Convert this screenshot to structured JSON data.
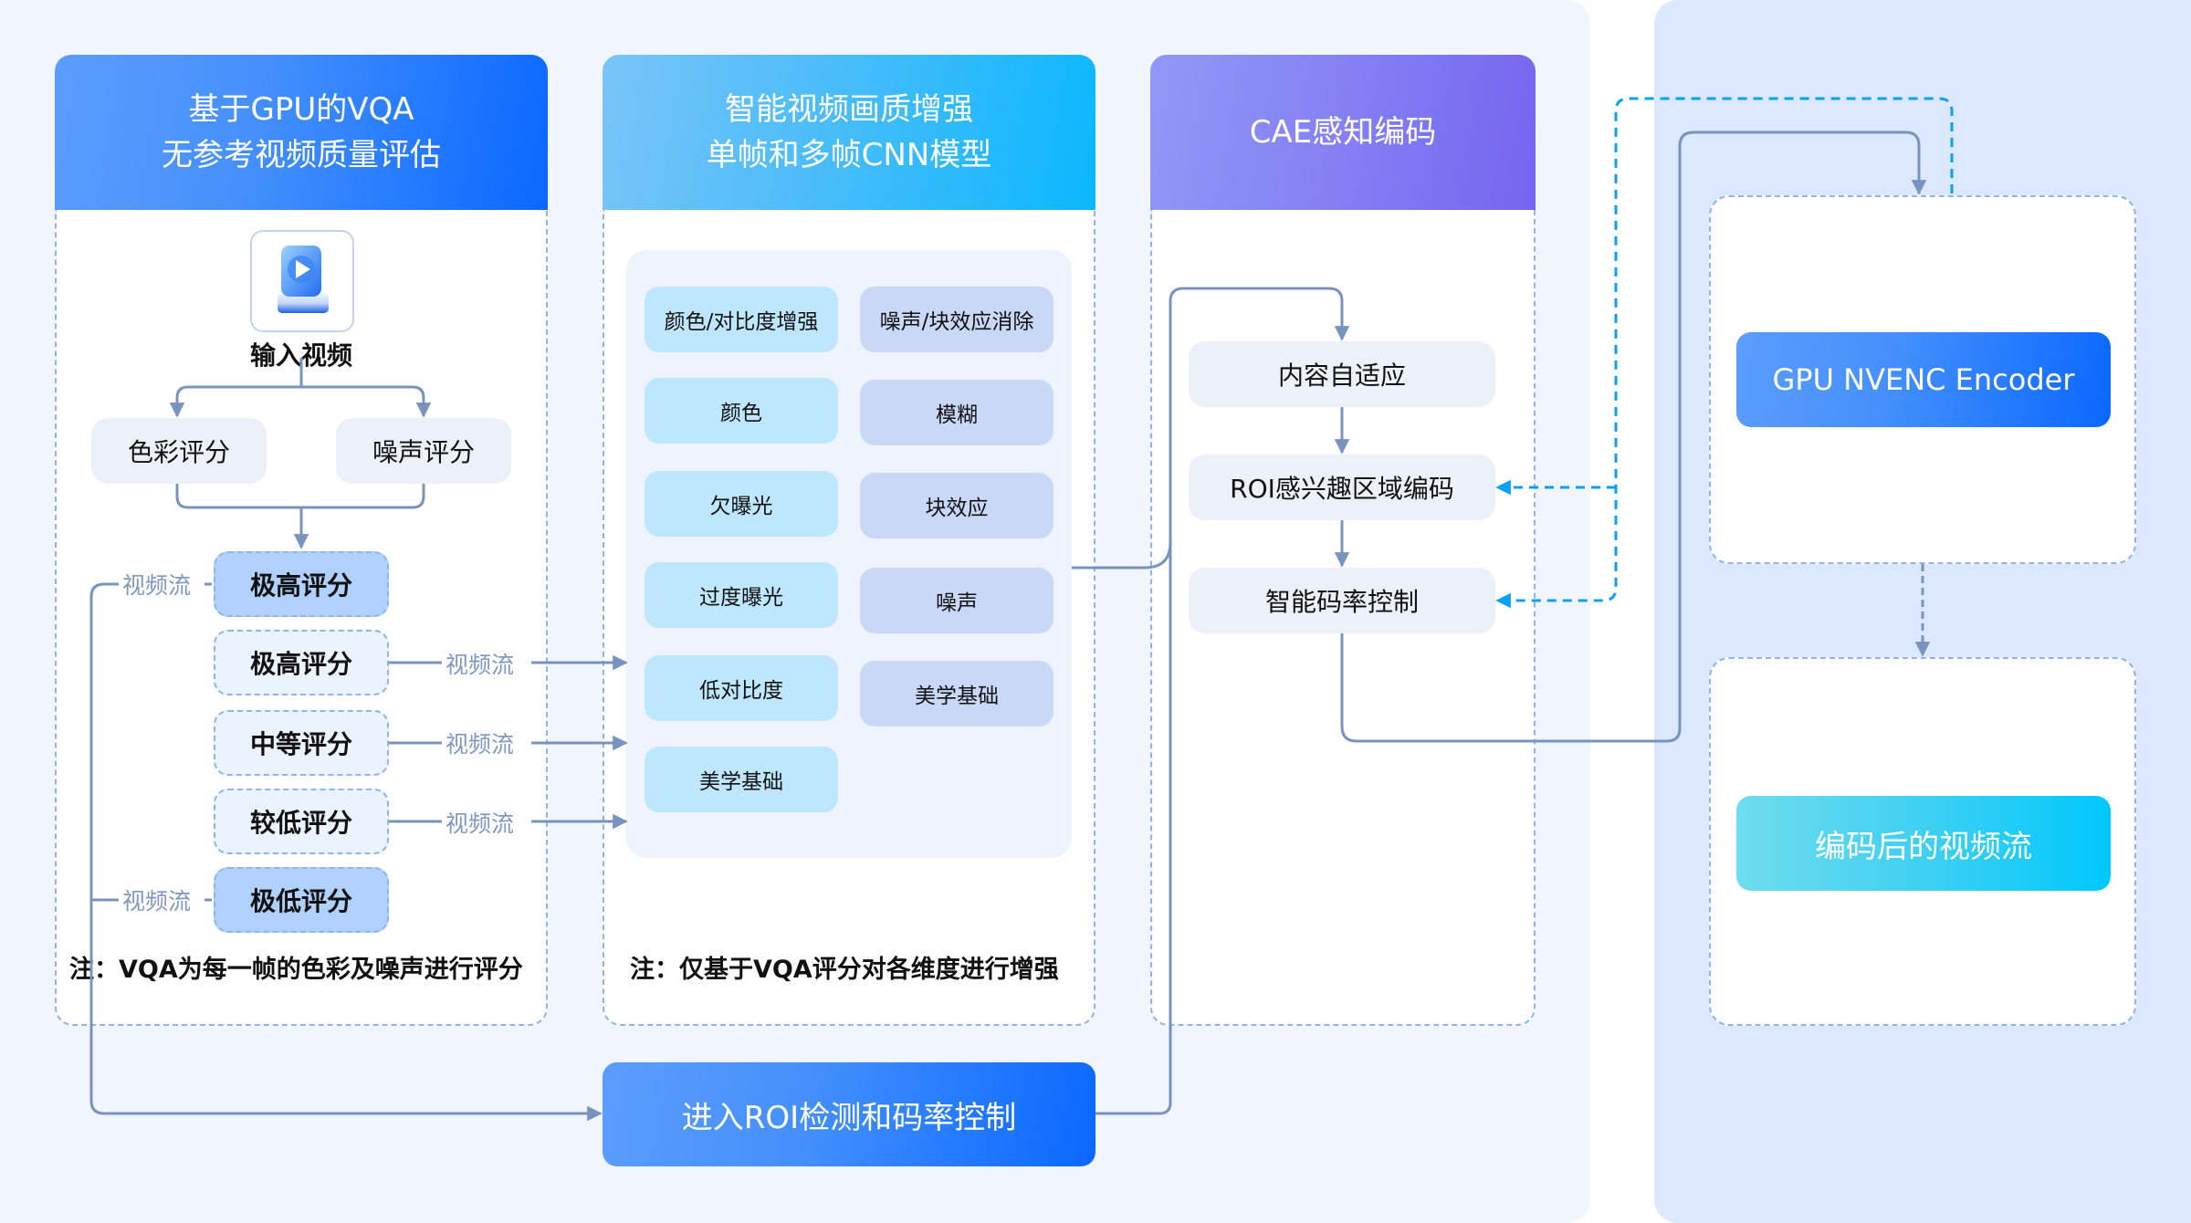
{
  "columns": {
    "vqa": {
      "title_line1": "基于GPU的VQA",
      "title_line2": "无参考视频质量评估",
      "input_label": "输入视频",
      "input_icon": "video-play-icon",
      "color_score": "色彩评分",
      "noise_score": "噪声评分",
      "scores": [
        {
          "label": "极高评分",
          "level": "highlight"
        },
        {
          "label": "极高评分",
          "level": "normal"
        },
        {
          "label": "中等评分",
          "level": "normal"
        },
        {
          "label": "较低评分",
          "level": "normal"
        },
        {
          "label": "极低评分",
          "level": "highlight"
        }
      ],
      "stream_label": "视频流",
      "note": "注：VQA为每一帧的色彩及噪声进行评分"
    },
    "enhance": {
      "title_line1": "智能视频画质增强",
      "title_line2": "单帧和多帧CNN模型",
      "left_items": [
        "颜色/对比度增强",
        "颜色",
        "欠曝光",
        "过度曝光",
        "低对比度",
        "美学基础"
      ],
      "right_items": [
        "噪声/块效应消除",
        "模糊",
        "块效应",
        "噪声",
        "美学基础"
      ],
      "note": "注：仅基于VQA评分对各维度进行增强"
    },
    "cae": {
      "title": "CAE感知编码",
      "steps": [
        "内容自适应",
        "ROI感兴趣区域编码",
        "智能码率控制"
      ]
    }
  },
  "roi_button": "进入ROI检测和码率控制",
  "encoder": {
    "label": "GPU NVENC Encoder",
    "output_label": "编码后的视频流"
  },
  "colors": {
    "line": "#7893bd",
    "accent_dash": "#0aa0f5",
    "frame_dash": "#8fb3ea"
  }
}
